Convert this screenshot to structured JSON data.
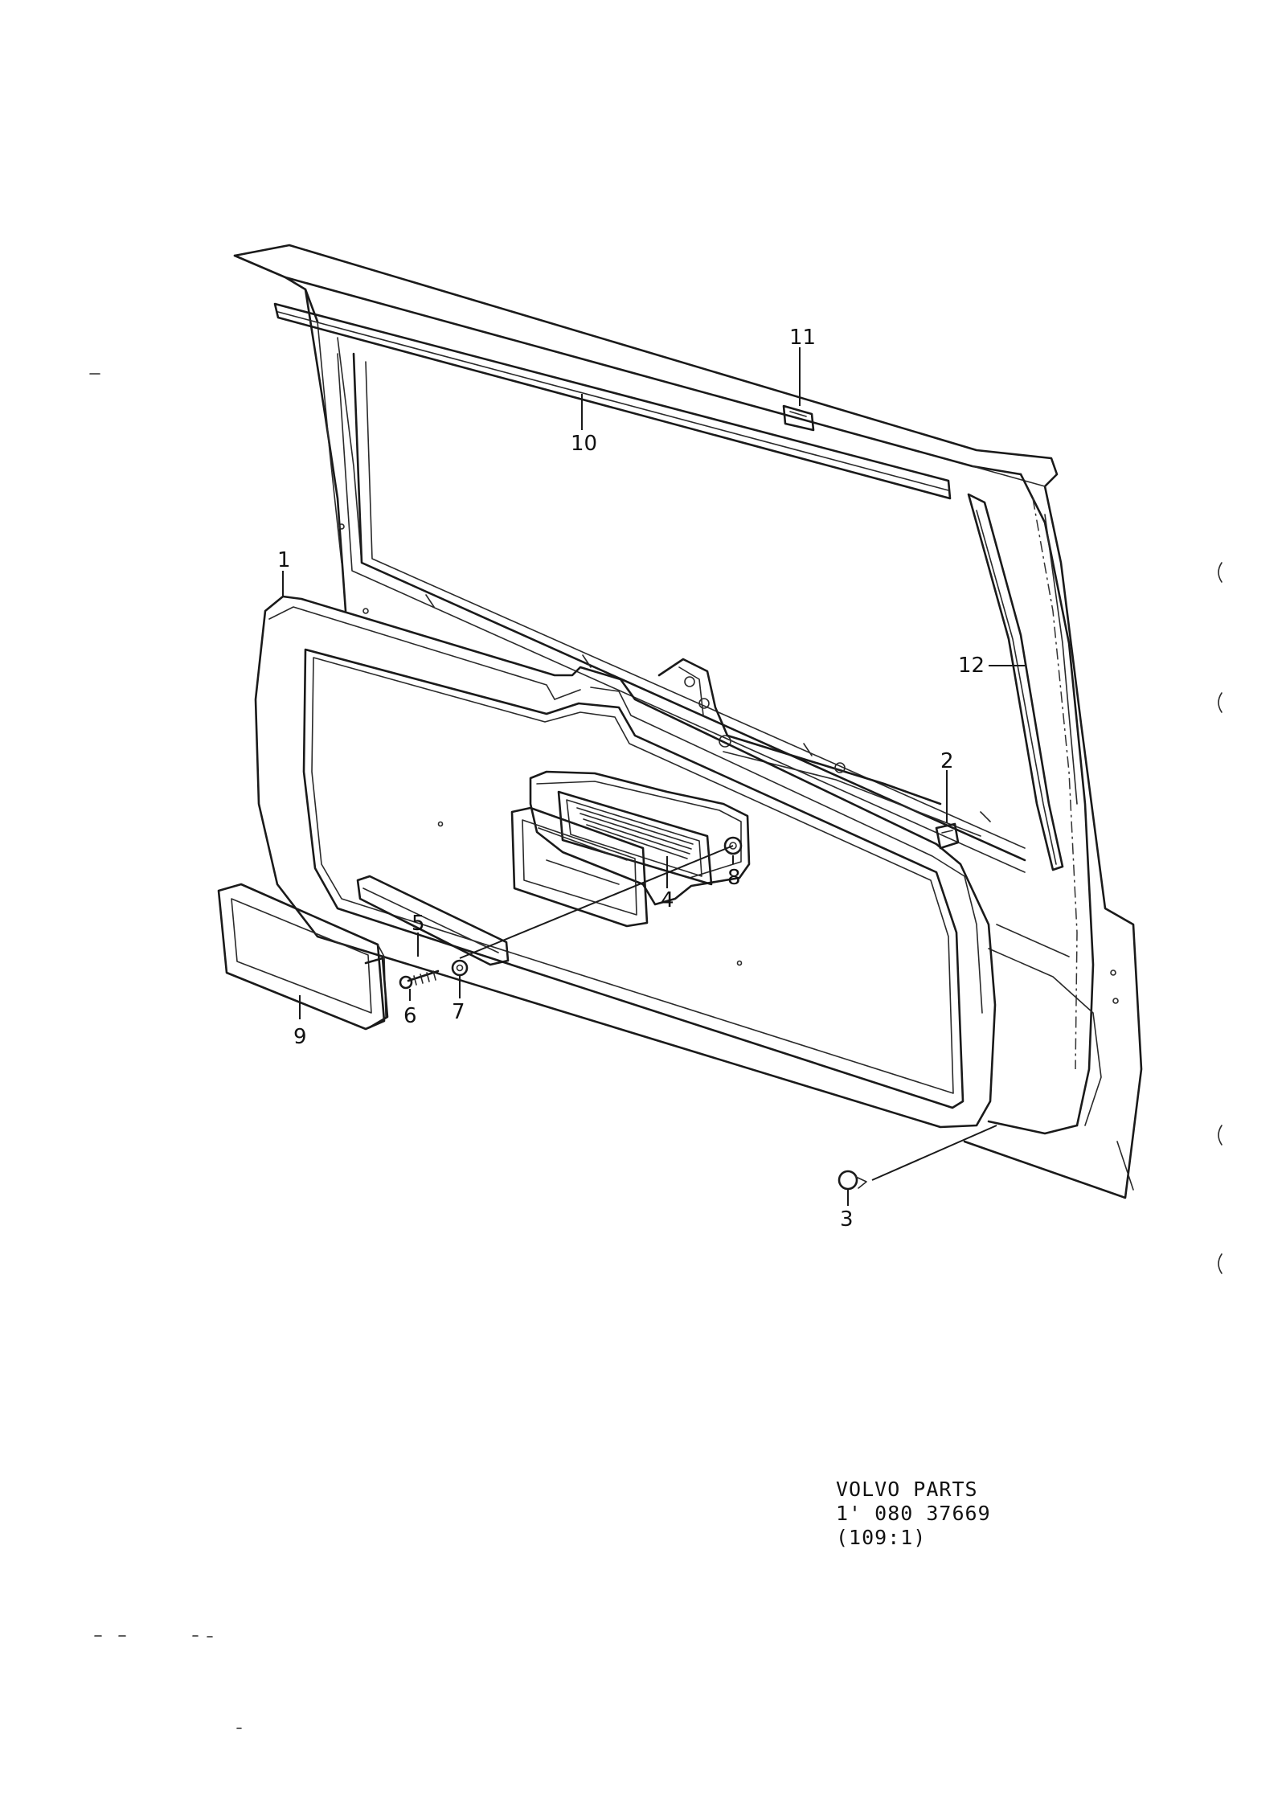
{
  "callouts": [
    {
      "id": "1",
      "label": "1"
    },
    {
      "id": "2",
      "label": "2"
    },
    {
      "id": "3",
      "label": "3"
    },
    {
      "id": "4",
      "label": "4"
    },
    {
      "id": "5",
      "label": "5"
    },
    {
      "id": "6",
      "label": "6"
    },
    {
      "id": "7",
      "label": "7"
    },
    {
      "id": "8",
      "label": "8"
    },
    {
      "id": "9",
      "label": "9"
    },
    {
      "id": "10",
      "label": "10"
    },
    {
      "id": "11",
      "label": "11"
    },
    {
      "id": "12",
      "label": "12"
    }
  ],
  "reference": {
    "line1": "VOLVO PARTS",
    "line2": "1' 080 37669",
    "line3": "(109:1)"
  }
}
